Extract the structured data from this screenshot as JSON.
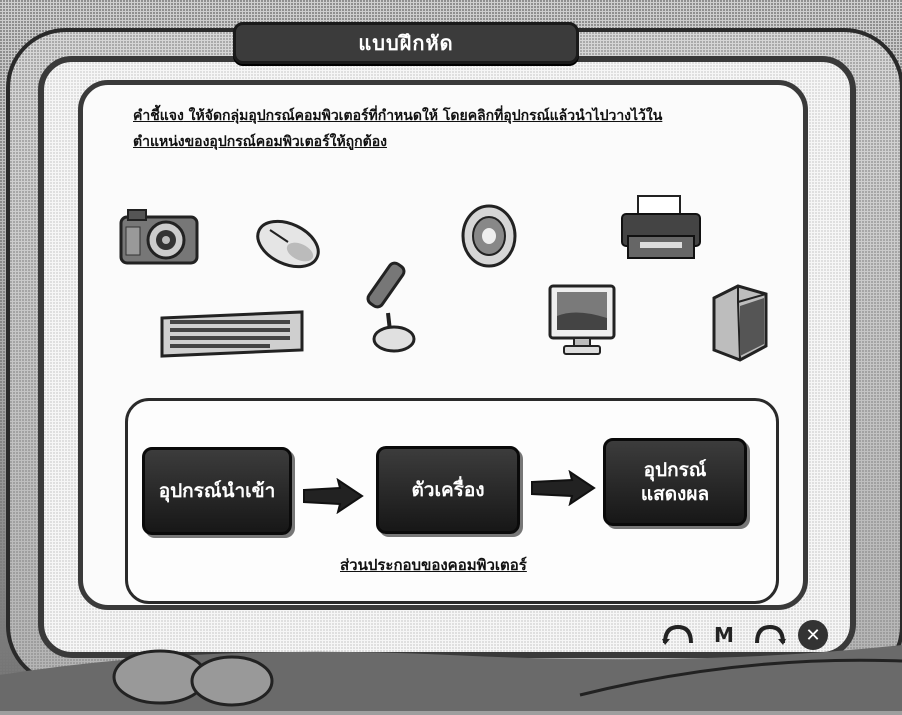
{
  "title": "แบบฝึกหัด",
  "instructions": {
    "label": "คำชี้แจง",
    "line1": " ให้จัดกลุ่มอุปกรณ์คอมพิวเตอร์ที่กำหนดให้ โดยคลิกที่อุปกรณ์แล้วนำไปวางไว้ใน",
    "line2": "ตำแหน่งของอุปกรณ์คอมพิวเตอร์ให้ถูกต้อง"
  },
  "devices": [
    {
      "name": "camera-icon"
    },
    {
      "name": "mouse-icon"
    },
    {
      "name": "speaker-icon"
    },
    {
      "name": "printer-icon"
    },
    {
      "name": "keyboard-icon"
    },
    {
      "name": "microphone-icon"
    },
    {
      "name": "monitor-icon"
    },
    {
      "name": "system-unit-icon"
    }
  ],
  "diagram": {
    "input": "อุปกรณ์นำเข้า",
    "system": "ตัวเครื่อง",
    "output_line1": "อุปกรณ์",
    "output_line2": "แสดงผล",
    "caption": "ส่วนประกอบของคอมพิวเตอร์"
  },
  "nav": {
    "back_icon": "back-arrow-icon",
    "menu_label": "M",
    "forward_icon": "forward-arrow-icon",
    "close_icon": "close-icon"
  }
}
